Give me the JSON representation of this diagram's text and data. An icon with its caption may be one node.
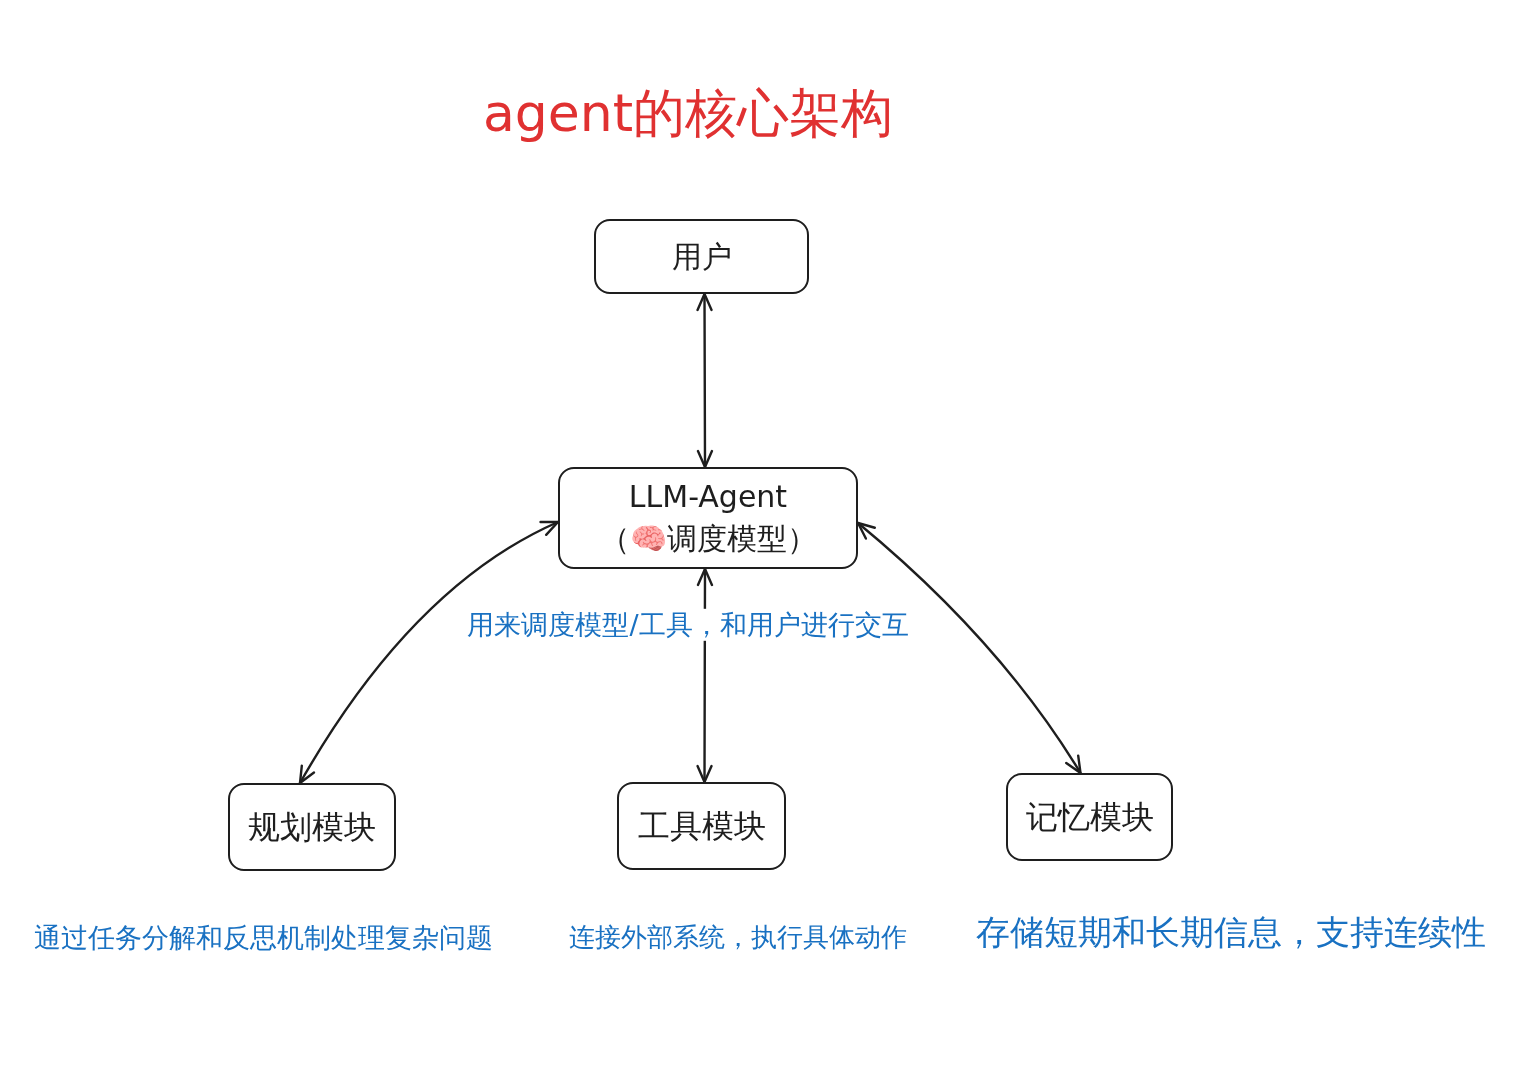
{
  "diagram": {
    "title": "agent的核心架构",
    "nodes": [
      {
        "text": [
          "用户"
        ]
      },
      {
        "text": [
          "LLM-Agent （🧠调度模型）"
        ],
        "beside": [
          "用来调度模型/工具，和用户进行交互"
        ]
      },
      {
        "text": [
          "规划模块"
        ],
        "beside": [
          "通过任务分解和反思机制处理复杂问题"
        ]
      },
      {
        "text": [
          "工具模块"
        ],
        "beside": [
          "连接外部系统，执行具体动作"
        ]
      },
      {
        "text": [
          "记忆模块"
        ],
        "beside": [
          "存储短期和长期信息，支持连续性"
        ]
      }
    ],
    "edges": [
      {
        "from": 0,
        "to": 1,
        "arrow": "both"
      },
      {
        "from": 1,
        "to": 2,
        "arrow": "both"
      },
      {
        "from": 1,
        "to": 3,
        "arrow": "both"
      },
      {
        "from": 1,
        "to": 4,
        "arrow": "both"
      }
    ]
  }
}
